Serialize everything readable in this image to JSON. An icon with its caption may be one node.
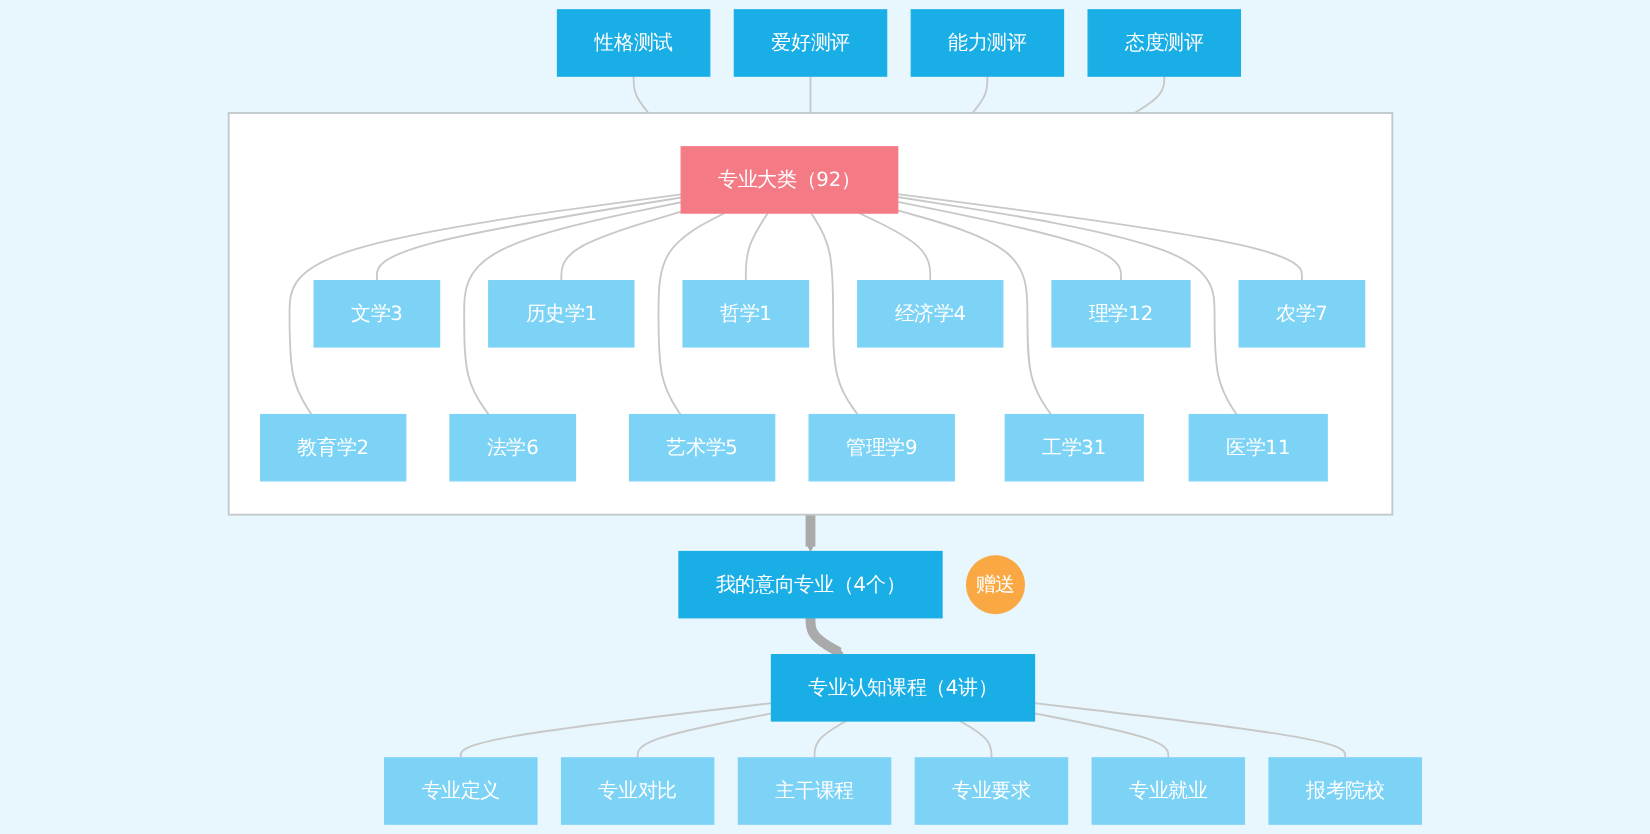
{
  "diagram": {
    "nodes": [
      {
        "text": [
          "性格测试"
        ]
      },
      {
        "text": [
          "爱好测评"
        ]
      },
      {
        "text": [
          "能力测评"
        ]
      },
      {
        "text": [
          "态度测评"
        ]
      },
      {
        "text": [],
        "shape": "box"
      },
      {
        "text": [
          "专业大类（92）"
        ],
        "in": 4
      },
      {
        "text": [
          "文学3"
        ],
        "in": 4
      },
      {
        "text": [
          "历史学1"
        ],
        "in": 4
      },
      {
        "text": [
          "哲学1"
        ],
        "in": 4
      },
      {
        "text": [
          "经济学4"
        ],
        "in": 4
      },
      {
        "text": [
          "理学12"
        ],
        "in": 4
      },
      {
        "text": [
          "农学7"
        ],
        "in": 4
      },
      {
        "text": [
          "教育学2"
        ],
        "in": 4
      },
      {
        "text": [
          "法学6"
        ],
        "in": 4
      },
      {
        "text": [
          "艺术学5"
        ],
        "in": 4
      },
      {
        "text": [
          "管理学9"
        ],
        "in": 4
      },
      {
        "text": [
          "工学31"
        ],
        "in": 4
      },
      {
        "text": [
          "医学11"
        ],
        "in": 4
      },
      {
        "text": [
          "我的意向专业（4个）"
        ]
      },
      {
        "text": [
          "专业认知课程（4讲）"
        ]
      },
      {
        "text": [
          "赠送"
        ]
      },
      {
        "text": [
          "专业定义"
        ]
      },
      {
        "text": [
          "专业对比"
        ]
      },
      {
        "text": [
          "主干课程"
        ]
      },
      {
        "text": [
          "专业要求"
        ]
      },
      {
        "text": [
          "专业就业"
        ]
      },
      {
        "text": [
          "报考院校"
        ]
      }
    ],
    "edges": [
      {
        "from": 0,
        "to": 4,
        "arrow": "none"
      },
      {
        "from": 1,
        "to": 4,
        "arrow": "none"
      },
      {
        "from": 2,
        "to": 4,
        "arrow": "none"
      },
      {
        "from": 3,
        "to": 4,
        "arrow": "none"
      },
      {
        "from": 5,
        "to": 6,
        "arrow": "none"
      },
      {
        "from": 5,
        "to": 7,
        "arrow": "none"
      },
      {
        "from": 5,
        "to": 8,
        "arrow": "none"
      },
      {
        "from": 5,
        "to": 9,
        "arrow": "none"
      },
      {
        "from": 5,
        "to": 10,
        "arrow": "none"
      },
      {
        "from": 5,
        "to": 11,
        "arrow": "none"
      },
      {
        "from": 5,
        "to": 12,
        "arrow": "none"
      },
      {
        "from": 5,
        "to": 13,
        "arrow": "none"
      },
      {
        "from": 5,
        "to": 14,
        "arrow": "none"
      },
      {
        "from": 5,
        "to": 15,
        "arrow": "none"
      },
      {
        "from": 5,
        "to": 16,
        "arrow": "none"
      },
      {
        "from": 5,
        "to": 17,
        "arrow": "none"
      },
      {
        "from": 4,
        "to": 18,
        "arrow": "to",
        "style": "thick",
        "color": "#aaaaaa"
      },
      {
        "from": 18,
        "to": 19,
        "arrow": "to",
        "style": "thick",
        "color": "#aaaaaa"
      },
      {
        "from": 19,
        "to": 21,
        "arrow": "none"
      },
      {
        "from": 19,
        "to": 22,
        "arrow": "none"
      },
      {
        "from": 19,
        "to": 23,
        "arrow": "none"
      },
      {
        "from": 19,
        "to": 24,
        "arrow": "none"
      },
      {
        "from": 19,
        "to": 25,
        "arrow": "none"
      },
      {
        "from": 19,
        "to": 26,
        "arrow": "none"
      }
    ]
  }
}
